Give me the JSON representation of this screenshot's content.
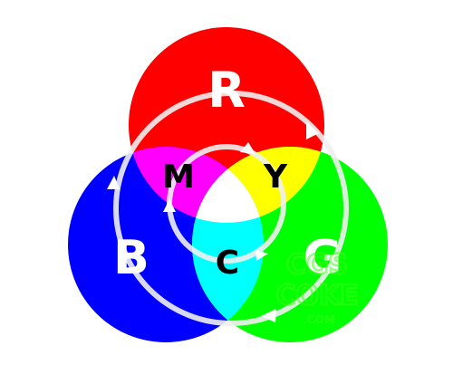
{
  "labels": {
    "red": "R",
    "blue": "B",
    "green": "G",
    "magenta": "M",
    "yellow": "Y",
    "cyan": "C"
  },
  "colors": {
    "red": "#ff0000",
    "green": "#00ff00",
    "blue": "#0000ff",
    "magenta": "#ff00ff",
    "yellow": "#ffff00",
    "cyan": "#00ffff",
    "white": "#ffffff",
    "ring": "#f0f0f0"
  },
  "watermark": {
    "line1": "CGS",
    "line2": "COKE",
    "line3": ".COM"
  }
}
